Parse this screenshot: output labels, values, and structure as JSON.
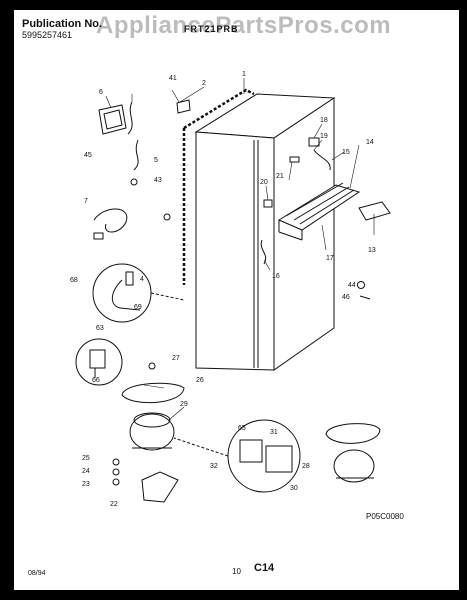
{
  "header": {
    "publication_label": "Publication No.",
    "publication_number": "5995257461",
    "model": "FRT21PRB",
    "watermark": "AppliancePartsPros.com"
  },
  "footer": {
    "drawing_code": "P05C0080",
    "date": "08/94",
    "page": "10",
    "section": "C14"
  },
  "callouts": [
    "1",
    "2",
    "4",
    "5",
    "6",
    "7",
    "13",
    "14",
    "15",
    "16",
    "17",
    "18",
    "19",
    "20",
    "21",
    "22",
    "23",
    "24",
    "25",
    "26",
    "27",
    "28",
    "29",
    "30",
    "31",
    "32",
    "41",
    "43",
    "44",
    "45",
    "46",
    "63",
    "65",
    "66",
    "68",
    "69"
  ]
}
